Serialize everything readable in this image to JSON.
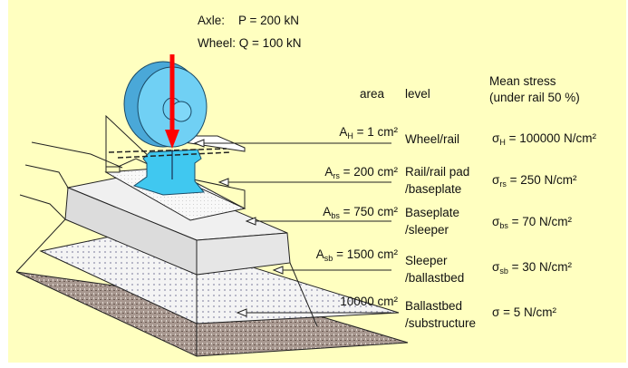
{
  "load": {
    "axle_label": "Axle:",
    "axle_value": "P = 200 kN",
    "wheel_label": "Wheel:",
    "wheel_value": "Q = 100 kN"
  },
  "headers": {
    "area": "area",
    "level": "level",
    "stress_line1": "Mean stress",
    "stress_line2": "(under rail 50 %)"
  },
  "rows": [
    {
      "area_sym": "A",
      "area_sub": "H",
      "area_val": "= 1 cm²",
      "level1": "Wheel/rail",
      "level2": "",
      "stress_sym": "σ",
      "stress_sub": "H",
      "stress_val": "= 100000 N/cm²"
    },
    {
      "area_sym": "A",
      "area_sub": "rs",
      "area_val": "= 200 cm²",
      "level1": "Rail/rail pad",
      "level2": "/baseplate",
      "stress_sym": "σ",
      "stress_sub": "rs",
      "stress_val": "= 250 N/cm²"
    },
    {
      "area_sym": "A",
      "area_sub": "bs",
      "area_val": "= 750 cm²",
      "level1": "Baseplate",
      "level2": "/sleeper",
      "stress_sym": "σ",
      "stress_sub": "bs",
      "stress_val": "= 70 N/cm²"
    },
    {
      "area_sym": "A",
      "area_sub": "sb",
      "area_val": "= 1500 cm²",
      "level1": "Sleeper",
      "level2": "/ballastbed",
      "stress_sym": "σ",
      "stress_sub": "sb",
      "stress_val": "= 30 N/cm²"
    },
    {
      "area_sym": "",
      "area_sub": "",
      "area_val": "10000 cm²",
      "level1": "Ballastbed",
      "level2": "/substructure",
      "stress_sym": "σ",
      "stress_sub": "",
      "stress_val": "= 5 N/cm²"
    }
  ],
  "colors": {
    "background": "#ffffc0",
    "wheel": "#5ab8e8",
    "rail": "#40c8f0",
    "arrow": "#ff0000",
    "sleeper": "#e2e2e2",
    "ground": "#9a8a80"
  }
}
